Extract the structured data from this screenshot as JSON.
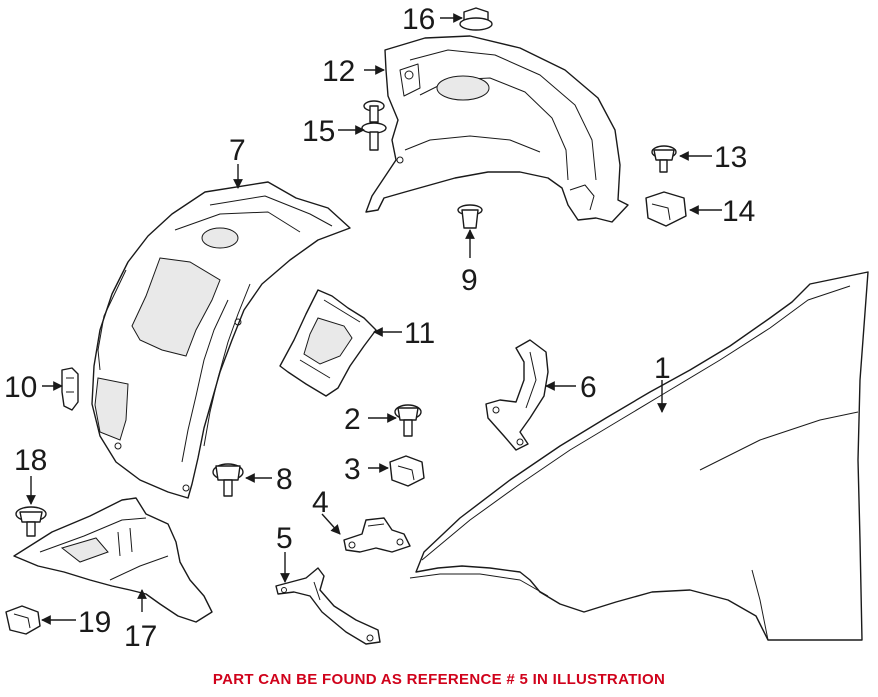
{
  "diagram": {
    "callouts": {
      "c1": "1",
      "c2": "2",
      "c3": "3",
      "c4": "4",
      "c5": "5",
      "c6": "6",
      "c7": "7",
      "c8": "8",
      "c9": "9",
      "c10": "10",
      "c11": "11",
      "c12": "12",
      "c13": "13",
      "c14": "14",
      "c15": "15",
      "c16": "16",
      "c17": "17",
      "c18": "18",
      "c19": "19"
    }
  },
  "footer": {
    "note": "PART CAN BE FOUND AS REFERENCE # 5 IN ILLUSTRATION",
    "note_color": "#d0021b"
  },
  "colors": {
    "line": "#1a1a1a",
    "background": "#ffffff"
  }
}
